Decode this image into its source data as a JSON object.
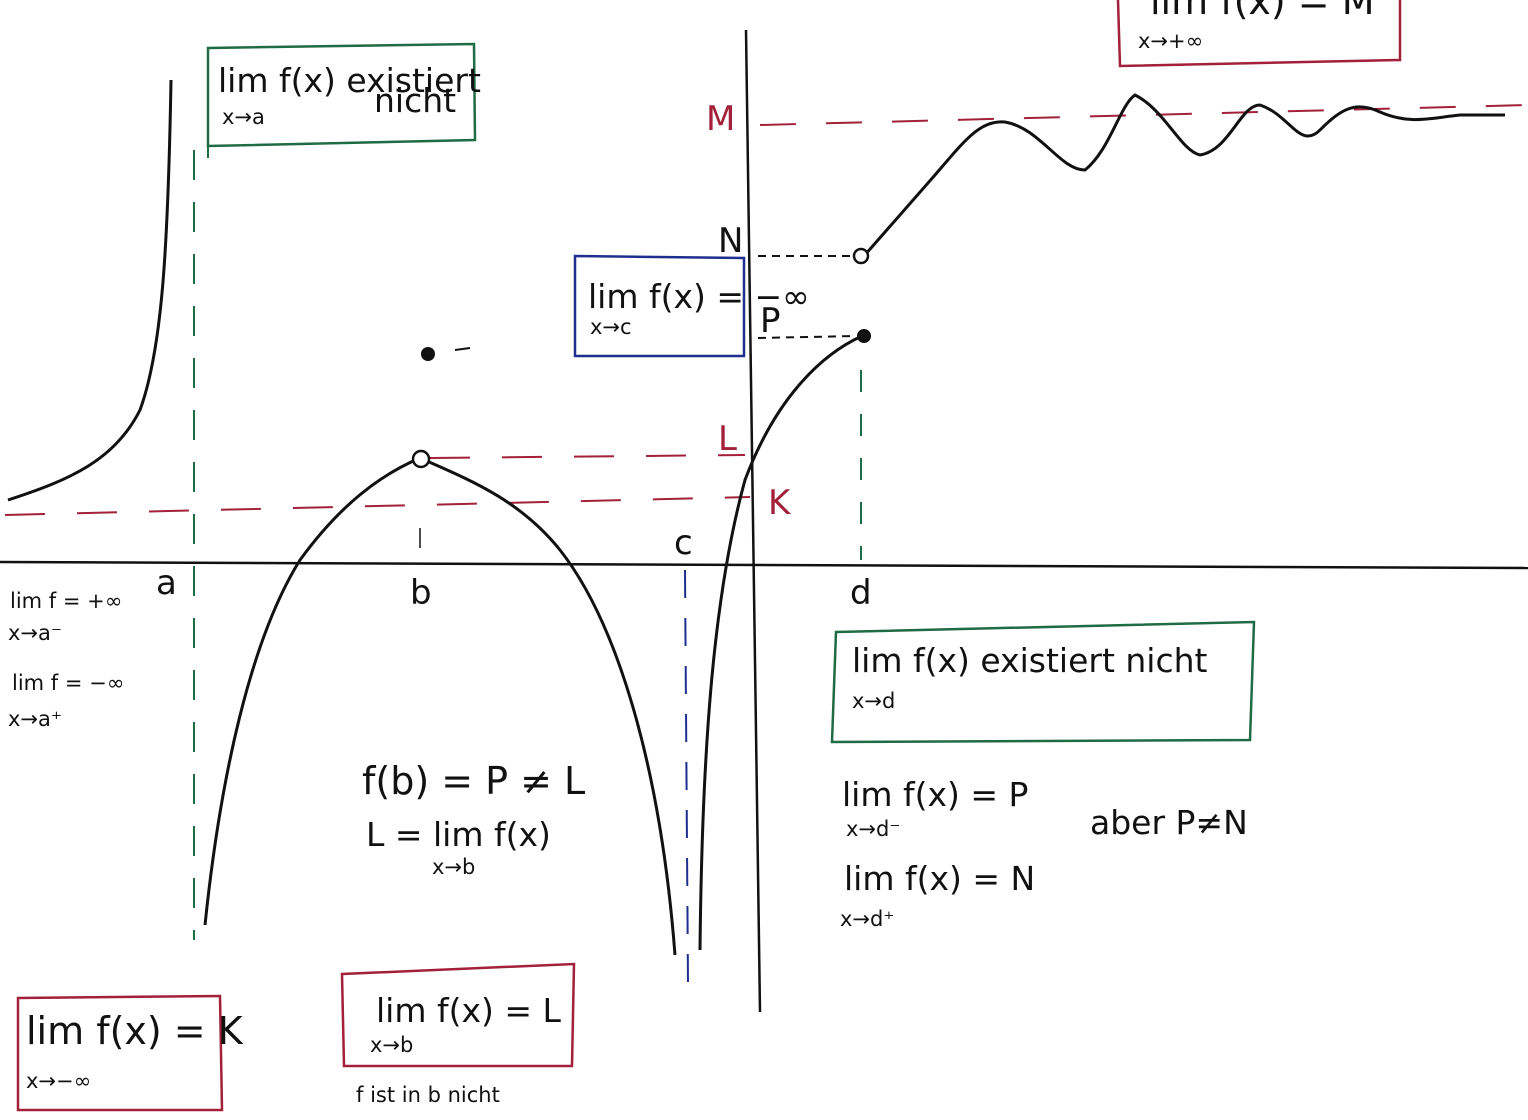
{
  "colors": {
    "ink": "#111111",
    "red_box": "#a3203a",
    "green_box": "#1f6b44",
    "blue_box": "#1f2f8f",
    "red_dashed": "#a3203a",
    "green_dashed": "#1f6b44",
    "blue_dashed": "#1f2f8f"
  },
  "axis_labels": {
    "a": "a",
    "b": "b",
    "c": "c",
    "d": "d",
    "M": "M",
    "N": "N",
    "P": "P",
    "L": "L",
    "K": "K"
  },
  "boxes": {
    "lim_a": {
      "line1": "lim f(x)  existiert",
      "line1b": "nicht",
      "sub": "x→a"
    },
    "lim_c": {
      "line1": "lim f(x) = −∞",
      "sub": "x→c"
    },
    "lim_plus_inf": {
      "line1": "lim f(x) = M",
      "sub": "x→+∞"
    },
    "lim_d": {
      "line1": "lim f(x)  existiert  nicht",
      "sub": "x→d"
    },
    "lim_minus_inf": {
      "line1": "lim f(x) = K",
      "sub": "x→−∞"
    },
    "lim_b": {
      "line1": "lim f(x) = L",
      "sub": "x→b"
    }
  },
  "notes": {
    "a_left_1": "lim f = +∞",
    "a_left_1_sub": "x→a⁻",
    "a_left_2": "lim f = −∞",
    "a_left_2_sub": "x→a⁺",
    "fb_1": "f(b) = P ≠ L",
    "fb_2": "L = lim f(x)",
    "fb_2_sub": "x→b",
    "d_1": "lim f(x) = P",
    "d_1_sub": "x→d⁻",
    "d_aber": "aber  P≠N",
    "d_2": "lim f(x) = N",
    "d_2_sub": "x→d⁺",
    "bottom": "f ist in b  nicht"
  }
}
